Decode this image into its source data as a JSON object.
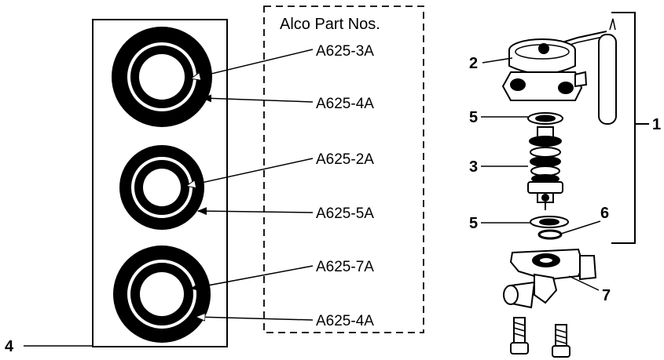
{
  "header": "Alco Part Nos.",
  "part_numbers": [
    "A625-3A",
    "A625-4A",
    "A625-2A",
    "A625-5A",
    "A625-7A",
    "A625-4A"
  ],
  "callouts": {
    "c1": "1",
    "c2": "2",
    "c3": "3",
    "c4": "4",
    "c5a": "5",
    "c5b": "5",
    "c6": "6",
    "c7": "7"
  }
}
